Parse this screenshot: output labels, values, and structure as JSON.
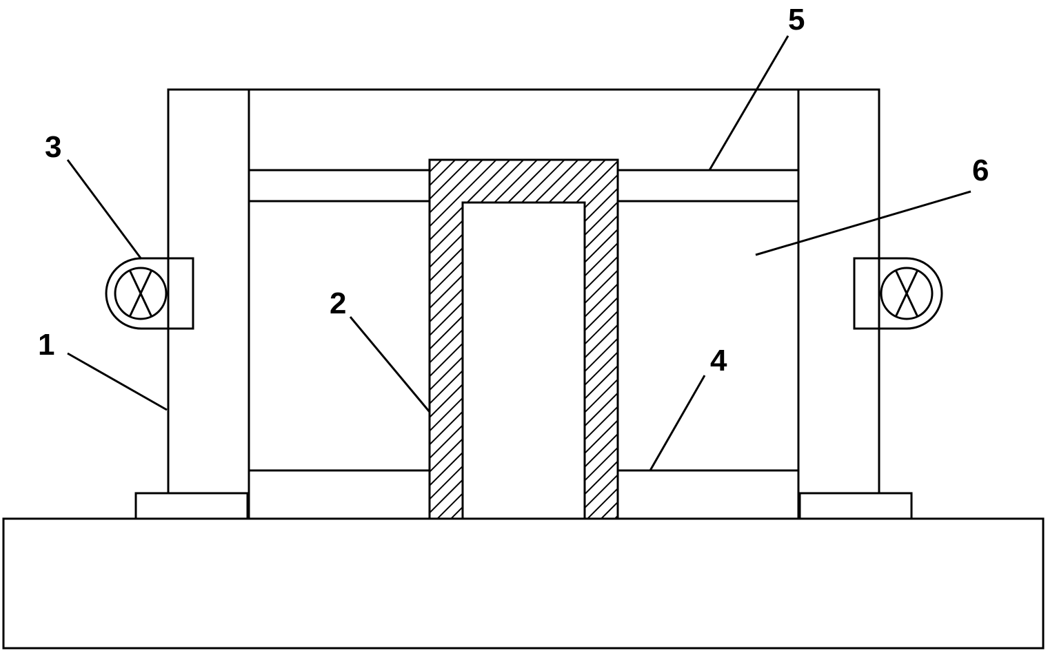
{
  "labels": {
    "frame": "1",
    "tube": "2",
    "valve_left": "3",
    "lower_ring": "4",
    "upper_ring": "5",
    "chamber": "6"
  }
}
